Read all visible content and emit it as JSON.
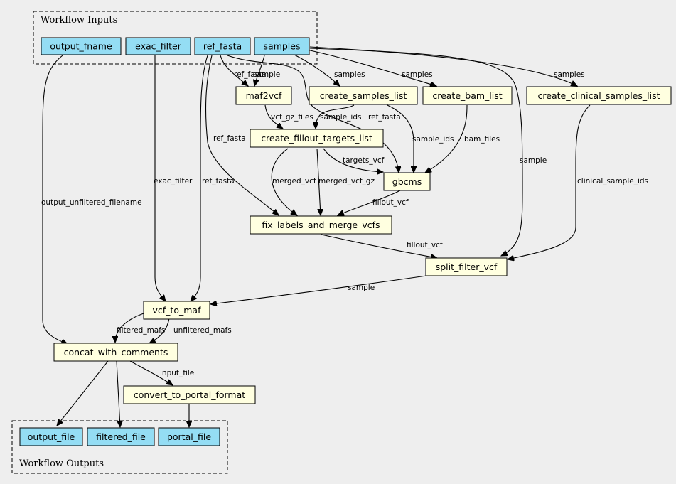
{
  "clusters": {
    "inputs": "Workflow Inputs",
    "outputs": "Workflow Outputs"
  },
  "nodes": {
    "output_fname": "output_fname",
    "exac_filter": "exac_filter",
    "ref_fasta": "ref_fasta",
    "samples": "samples",
    "maf2vcf": "maf2vcf",
    "create_samples_list": "create_samples_list",
    "create_bam_list": "create_bam_list",
    "create_clinical_samples_list": "create_clinical_samples_list",
    "create_fillout_targets_list": "create_fillout_targets_list",
    "gbcms": "gbcms",
    "fix_labels_and_merge_vcfs": "fix_labels_and_merge_vcfs",
    "split_filter_vcf": "split_filter_vcf",
    "vcf_to_maf": "vcf_to_maf",
    "concat_with_comments": "concat_with_comments",
    "convert_to_portal_format": "convert_to_portal_format",
    "output_file": "output_file",
    "filtered_file": "filtered_file",
    "portal_file": "portal_file"
  },
  "edge_labels": {
    "ref_fasta_maf2vcf": "ref_fasta",
    "sample_maf2vcf": "sample",
    "samples_create_samples_list": "samples",
    "samples_create_bam_list": "samples",
    "samples_create_clinical": "samples",
    "vcf_gz_files": "vcf_gz_files",
    "sample_ids_targets": "sample_ids",
    "ref_fasta_gbcms": "ref_fasta",
    "sample_ids_gbcms": "sample_ids",
    "bam_files": "bam_files",
    "sample_split": "sample",
    "ref_fasta_fix": "ref_fasta",
    "exac_filter": "exac_filter",
    "ref_fasta_vcf_to_maf": "ref_fasta",
    "targets_vcf": "targets_vcf",
    "merged_vcf": "merged_vcf",
    "merged_vcf_gz": "merged_vcf_gz",
    "fillout_vcf_fix": "fillout_vcf",
    "clinical_sample_ids": "clinical_sample_ids",
    "output_unfiltered_filename": "output_unfiltered_filename",
    "fillout_vcf_split": "fillout_vcf",
    "sample_vcf_to_maf": "sample",
    "filtered_mafs": "filtered_mafs",
    "unfiltered_mafs": "unfiltered_mafs",
    "input_file": "input_file"
  },
  "colors": {
    "background": "#eeeeee",
    "input_node": "#94ddf4",
    "step_node": "#ffffe0"
  }
}
